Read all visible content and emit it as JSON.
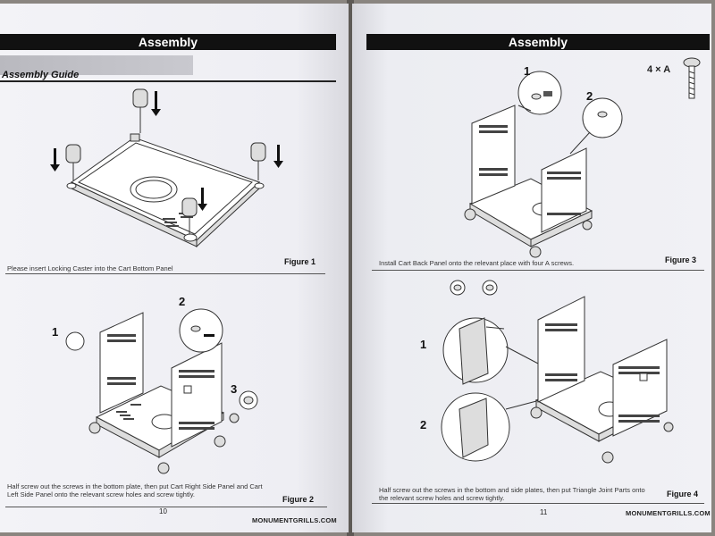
{
  "left_page": {
    "header": "Assembly",
    "section_title": "Assembly Guide",
    "figure1": {
      "caption": "Please insert Locking Caster into the Cart Bottom Panel",
      "label": "Figure 1"
    },
    "figure2": {
      "caption": "Half screw out the screws in the bottom plate, then put Cart Right Side Panel and Cart Left Side Panel onto the relevant screw holes and screw tightly.",
      "label": "Figure 2",
      "callouts": [
        "1",
        "2",
        "3"
      ]
    },
    "page_number": "10",
    "website": "MONUMENTGRILLS.COM"
  },
  "right_page": {
    "header": "Assembly",
    "screw_label": "4 × A",
    "figure3": {
      "caption": "Install Cart Back Panel onto the relevant place with four A screws.",
      "label": "Figure 3",
      "callouts": [
        "1",
        "2"
      ]
    },
    "figure4": {
      "caption": "Half screw out the screws in the bottom and side plates, then put Triangle Joint Parts onto the relevant screw holes and screw tightly.",
      "label": "Figure 4",
      "callouts": [
        "1",
        "2"
      ]
    },
    "page_number": "11",
    "website": "MONUMENTGRILLS.COM"
  }
}
